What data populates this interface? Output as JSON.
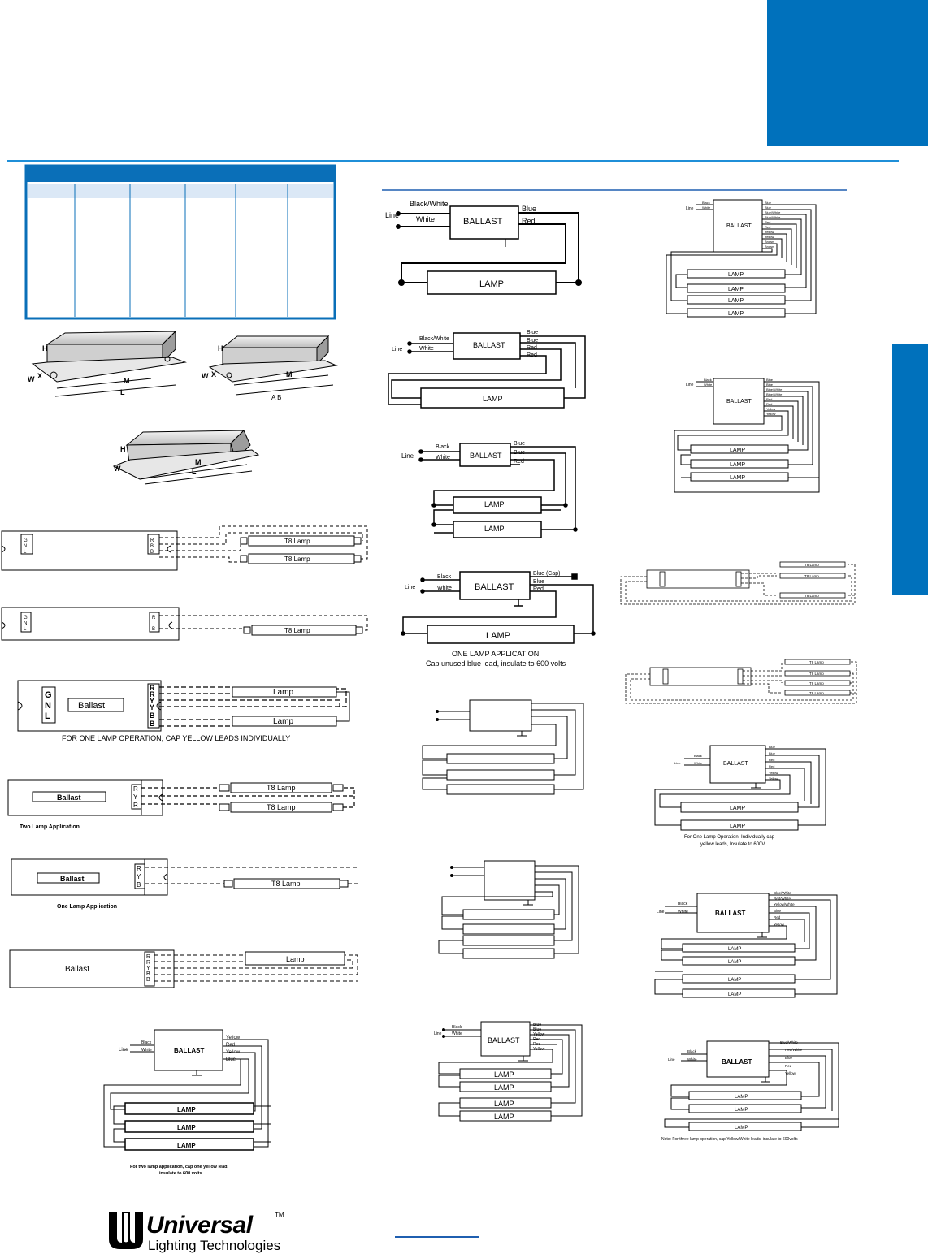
{
  "colors": {
    "accent": "#0071bc",
    "panel": "#0a6fb8",
    "rule": "#1f8fd8",
    "header_row": "#dbe8f6"
  },
  "logo": {
    "name": "Universal",
    "tm": "TM",
    "sub": "Lighting Technologies",
    "icon": "universal-u-logo"
  },
  "dims": {
    "h": "H",
    "w": "W",
    "x": "X",
    "m": "M",
    "l": "L",
    "ab": "A  B"
  },
  "wire": {
    "line": "Line",
    "black_white": "Black/White",
    "white": "White",
    "black": "Black",
    "blue": "Blue",
    "red": "Red",
    "blue_cap": "Blue (Cap)",
    "blue_white": "Blue/White",
    "yellow": "Yellow",
    "brown": "Brown",
    "red_white": "Red/White",
    "yellow_white": "Yellow/White"
  },
  "labels": {
    "ballast_upper": "BALLAST",
    "ballast": "Ballast",
    "lamp_upper": "LAMP",
    "lamp": "Lamp",
    "t8_lamp": "T8  Lamp",
    "t8_lamp_single": "T8 Lamp",
    "t8_small": "T8  Lamp"
  },
  "terminals": {
    "g": "G",
    "n": "N",
    "l": "L",
    "r": "R",
    "b": "B",
    "y": "Y"
  },
  "notes": {
    "cap_yellow": "FOR ONE LAMP OPERATION, CAP YELLOW LEADS INDIVIDUALLY",
    "two_lamp_app": "Two Lamp Application",
    "one_lamp_app": "One Lamp Application",
    "one_lamp_title": "ONE LAMP APPLICATION",
    "one_lamp_cap": "Cap unused blue lead, insulate to 600 volts",
    "two_lamp_cap_1": "For two lamp application, cap one yellow lead,",
    "two_lamp_cap_2": "insulate to 600 volts",
    "one_lamp_op_1": "For One Lamp Operation, Individually cap",
    "one_lamp_op_2": "yellow leads, Insulate to 600V",
    "three_lamp_note": "Note:  For three lamp operation, cap Yellow/White leads, insulate to 600volts"
  }
}
